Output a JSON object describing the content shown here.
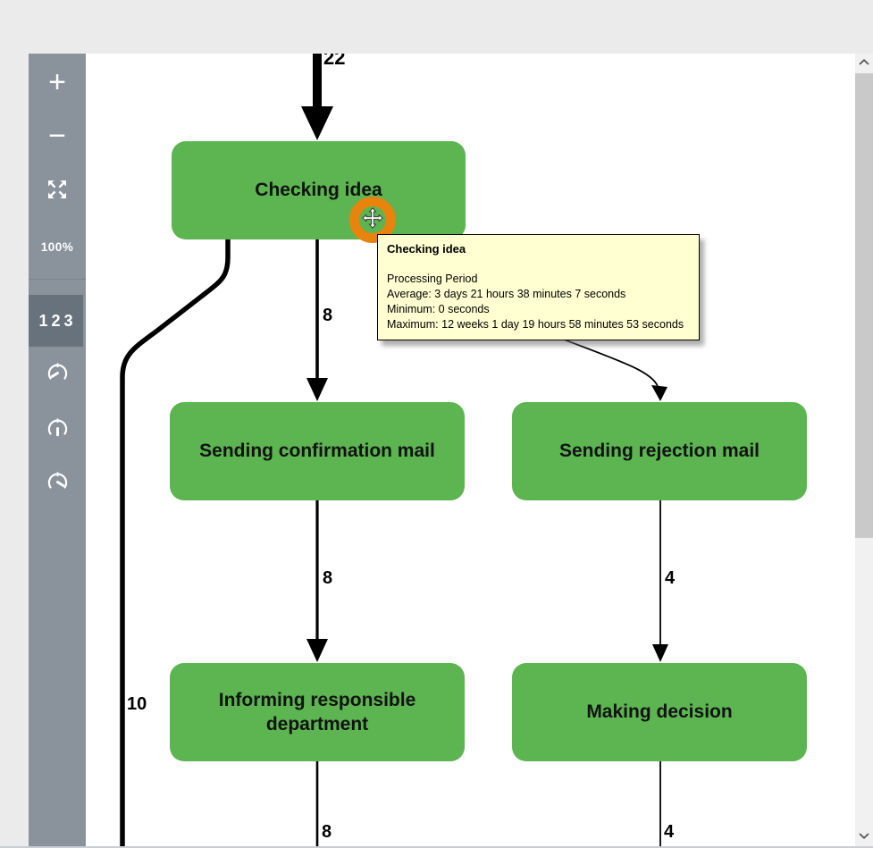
{
  "sidebar": {
    "zoom_in_label": "+",
    "zoom_out_label": "−",
    "zoom_level": "100%",
    "frequency_toggle_label": "123"
  },
  "process_map": {
    "nodes": [
      {
        "id": "checking-idea",
        "label": "Checking idea"
      },
      {
        "id": "sending-confirmation-mail",
        "label": "Sending confirmation mail"
      },
      {
        "id": "sending-rejection-mail",
        "label": "Sending rejection mail"
      },
      {
        "id": "informing-responsible-department",
        "label": "Informing responsible department"
      },
      {
        "id": "making-decision",
        "label": "Making decision"
      }
    ],
    "edge_labels": {
      "into_checking_idea": "22",
      "checking_to_confirmation": "8",
      "left_bypass": "10",
      "confirmation_to_informing": "8",
      "rejection_to_decision": "4",
      "out_of_informing": "8",
      "out_of_decision": "4"
    }
  },
  "tooltip": {
    "title": "Checking idea",
    "section_label": "Processing Period",
    "average": "Average: 3 days 21 hours 38 minutes 7 seconds",
    "minimum": "Minimum: 0 seconds",
    "maximum": "Maximum: 12 weeks 1 day 19 hours 58 minutes 53 seconds"
  },
  "colors": {
    "node_green": "#5cb551",
    "sidebar_gray": "#8a929b",
    "sidebar_active": "#68727c",
    "tooltip_yellow": "#ffffd2",
    "highlight_orange": "#e8830d"
  }
}
